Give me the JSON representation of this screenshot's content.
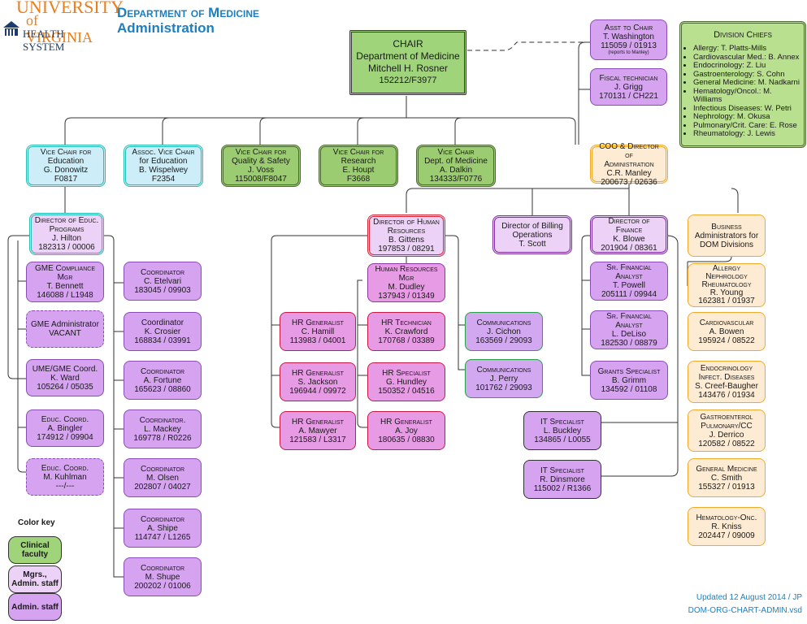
{
  "header": {
    "logo_line1": "UNIVERSITY",
    "logo_line2": "of VIRGINIA",
    "logo_line3": "HEALTH SYSTEM",
    "title_line1": "Department of Medicine",
    "title_line2": "Administration"
  },
  "chair": {
    "l1": "CHAIR",
    "l2": "Department of Medicine",
    "l3": "Mitchell H. Rosner",
    "l4": "152212/F3977"
  },
  "asst_chair": {
    "title": "Asst to Chair",
    "name": "T. Washington",
    "id": "115059 / 01913",
    "note": "(reports to Manley)"
  },
  "fiscal": {
    "title": "Fiscal technician",
    "name": "J. Grigg",
    "id": "170131 / CH221"
  },
  "division_chiefs": {
    "title": "Division Chiefs",
    "items": [
      "Allergy: T. Platts-Mills",
      "Cardiovascular Med.: B. Annex",
      "Endocrinology: Z. Liu",
      "Gastroenterology: S. Cohn",
      "General Medicine: M. Nadkarni",
      "Hematology/Oncol.: M. Williams",
      "Infectious Diseases: W. Petri",
      "Nephrology: M. Okusa",
      "Pulmonary/Crit. Care: E. Rose",
      "Rheumatology: J. Lewis"
    ]
  },
  "vice_chairs": [
    {
      "l1": "Vice Chair for",
      "l2": "Education",
      "l3": "G. Donowitz",
      "l4": "F0817"
    },
    {
      "l1": "Assoc. Vice Chair",
      "l2": "for Education",
      "l3": "B. Wispelwey",
      "l4": "F2354"
    },
    {
      "l1": "Vice Chair for",
      "l2": "Quality & Safety",
      "l3": "J. Voss",
      "l4": "115008/F8047"
    },
    {
      "l1": "Vice Chair for",
      "l2": "Research",
      "l3": "E. Houpt",
      "l4": "F3668"
    },
    {
      "l1": "Vice Chair",
      "l2": "Dept. of Medicine",
      "l3": "A. Dalkin",
      "l4": "134333/F0776"
    }
  ],
  "coo": {
    "l1": "COO & Director of",
    "l2": "Administration",
    "l3": "C.R. Manley",
    "l4": "200673 / 02636"
  },
  "dir_educ": {
    "l1": "Director of Educ.",
    "l2": "Programs",
    "l3": "J. Hilton",
    "l4": "182313 / 00006"
  },
  "educ_left": [
    {
      "l1": "GME Compliance",
      "l2": "Mgr",
      "l3": "T. Bennett",
      "l4": "146088 / L1948"
    },
    {
      "l1": "GME Administrator",
      "l2": "VACANT",
      "l3": "",
      "l4": ""
    },
    {
      "l1": "UME/GME Coord.",
      "l2": "K. Ward",
      "l3": "105264 / 05035",
      "l4": ""
    },
    {
      "l1": "Educ. Coord.",
      "l2": "A. Bingler",
      "l3": "174912 / 09904",
      "l4": ""
    },
    {
      "l1": "Educ. Coord.",
      "l2": "M. Kuhlman",
      "l3": "---/---",
      "l4": ""
    }
  ],
  "educ_right": [
    {
      "l1": "Coordinator",
      "l2": "C. Etelvari",
      "l3": "183045 / 09903"
    },
    {
      "l1": "Coordinator",
      "l2": "K. Crosier",
      "l3": "168834 / 03991"
    },
    {
      "l1": "Coordinator",
      "l2": "A. Fortune",
      "l3": "165623 / 08860"
    },
    {
      "l1": "Coordinator.",
      "l2": "L. Mackey",
      "l3": "169778 / R0226"
    },
    {
      "l1": "Coordinator",
      "l2": "M. Olsen",
      "l3": "202807 / 04027"
    },
    {
      "l1": "Coordinator",
      "l2": "A. Shipe",
      "l3": "114747 / L1265"
    },
    {
      "l1": "Coordinator",
      "l2": "M. Shupe",
      "l3": "200202 / 01006"
    }
  ],
  "dir_hr": {
    "l1": "Director of Human",
    "l2": "Resources",
    "l3": "B. Gittens",
    "l4": "197853 / 08291"
  },
  "hr_mgr": {
    "l1": "Human Resources",
    "l2": "Mgr",
    "l3": "M. Dudley",
    "l4": "137943 / 01349"
  },
  "hr_left": [
    {
      "l1": "HR Generalist",
      "l2": "C. Hamill",
      "l3": "113983 / 04001"
    },
    {
      "l1": "HR Generalist",
      "l2": "S. Jackson",
      "l3": "196944 / 09972"
    },
    {
      "l1": "HR Generalist",
      "l2": "A. Mawyer",
      "l3": "121583 / L3317"
    }
  ],
  "hr_mid": [
    {
      "l1": "HR Technician",
      "l2": "K. Crawford",
      "l3": "170768 / 03389"
    },
    {
      "l1": "HR Specialist",
      "l2": "G. Hundley",
      "l3": "150352 / 04516"
    },
    {
      "l1": "HR Generalist",
      "l2": "A. Joy",
      "l3": "180635 / 08830"
    }
  ],
  "comms": [
    {
      "l1": "Communications",
      "l2": "J. Cichon",
      "l3": "163569 / 29093"
    },
    {
      "l1": "Communications",
      "l2": "J. Perry",
      "l3": "101762 / 29093"
    }
  ],
  "dir_billing": {
    "l1": "Director of Billing",
    "l2": "Operations",
    "l3": "T. Scott"
  },
  "dir_finance": {
    "l1": "Director of Finance",
    "l2": "K. Blowe",
    "l3": "201904 / 08361"
  },
  "finance": [
    {
      "l1": "Sr. Financial",
      "l2": "Analyst",
      "l3": "T. Powell",
      "l4": "205111 / 09944"
    },
    {
      "l1": "Sr. Financial",
      "l2": "Analyst",
      "l3": "L. DeLiso",
      "l4": "182530 / 08879"
    },
    {
      "l1": "Grants Specialist",
      "l2": "B. Grimm",
      "l3": "134592 / 01108",
      "l4": ""
    }
  ],
  "it": [
    {
      "l1": "IT Specialist",
      "l2": "L. Buckley",
      "l3": "134865 / L0055"
    },
    {
      "l1": "IT Specialist",
      "l2": "R. Dinsmore",
      "l3": "115002 / R1366"
    }
  ],
  "business_admin": {
    "l1": "Business",
    "l2": "Administrators for",
    "l3": "DOM Divisions"
  },
  "divisions": [
    {
      "l1": "Allergy",
      "l2": "Nephrology",
      "l3": "Rheumatology",
      "l4": "R. Young",
      "l5": "162381 / 01937"
    },
    {
      "l1": "Cardiovascular",
      "l2": "A. Bowen",
      "l3": "195924 / 08522",
      "l4": "",
      "l5": ""
    },
    {
      "l1": "Endocrinology",
      "l2": "Infect. Diseases",
      "l3": "S. Creef-Baugher",
      "l4": "143476 / 01934",
      "l5": ""
    },
    {
      "l1": "Gastroenterol",
      "l2": "Pulmonary/CC",
      "l3": "J. Derrico",
      "l4": "120582 / 08522",
      "l5": ""
    },
    {
      "l1": "General Medicine",
      "l2": "C. Smith",
      "l3": "155327 / 01913",
      "l4": "",
      "l5": ""
    },
    {
      "l1": "Hematology-Onc.",
      "l2": "R. Kniss",
      "l3": "202447 / 09009",
      "l4": "",
      "l5": ""
    }
  ],
  "color_key": {
    "title": "Color key",
    "clinical": "Clinical faculty",
    "mgrs": "Mgrs., Admin. staff",
    "admin": "Admin. staff"
  },
  "footer": {
    "updated": "Updated 12 August 2014 / JP",
    "file": "DOM-ORG-CHART-ADMIN.vsd"
  }
}
